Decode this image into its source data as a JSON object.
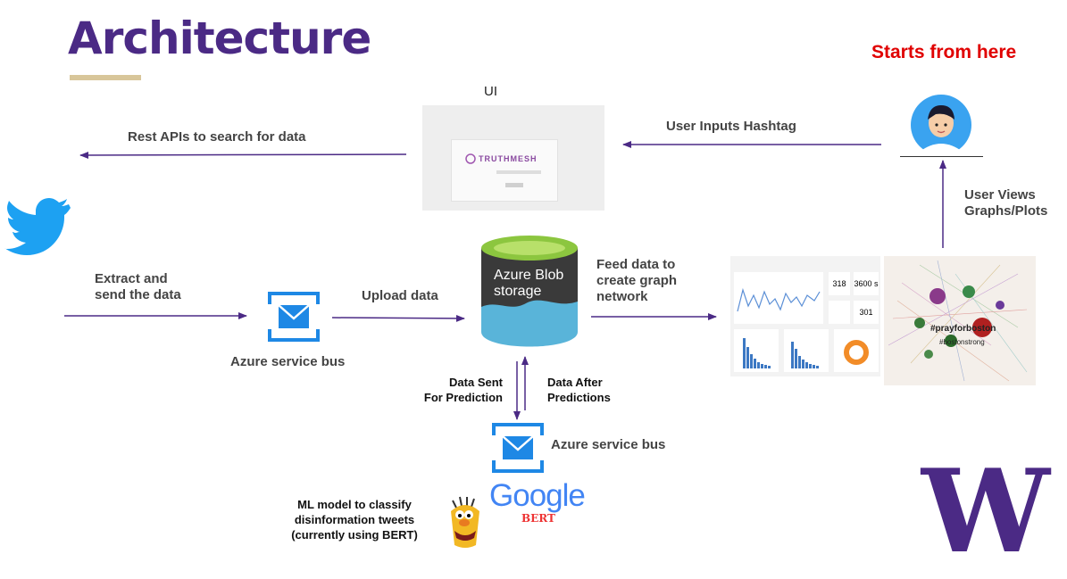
{
  "title": "Architecture",
  "starts_label": "Starts from here",
  "ui_label": "UI",
  "ui_logo_text": "TRUTHMESH",
  "rest_api_label": "Rest APIs to search for data",
  "user_inputs_label": "User Inputs Hashtag",
  "user_views_label": [
    "User Views",
    "Graphs/Plots"
  ],
  "extract_label": [
    "Extract and",
    "send the data"
  ],
  "service_bus_1": "Azure service bus",
  "upload_label": "Upload data",
  "blob_label": [
    "Azure Blob",
    "storage"
  ],
  "feed_label": [
    "Feed data to",
    "create graph",
    "network"
  ],
  "data_sent_label": [
    "Data Sent",
    "For Prediction"
  ],
  "data_after_label": [
    "Data After",
    "Predictions"
  ],
  "service_bus_2": "Azure service bus",
  "ml_label": [
    "ML model to classify",
    "disinformation tweets",
    "(currently using BERT)"
  ],
  "google_text": "Google",
  "bert_text": "BERT",
  "dashboard_values": [
    "318",
    "3600 s",
    "301"
  ],
  "graph_hashtags": [
    "#prayforboston",
    "#bostonstrong"
  ],
  "uw_logo": "W",
  "colors": {
    "title": "#4b2a85",
    "arrow": "#4b2a85",
    "red": "#e00000",
    "azure": "#1e88e5",
    "twitter": "#1da1f2",
    "uw": "#4b2a85"
  }
}
